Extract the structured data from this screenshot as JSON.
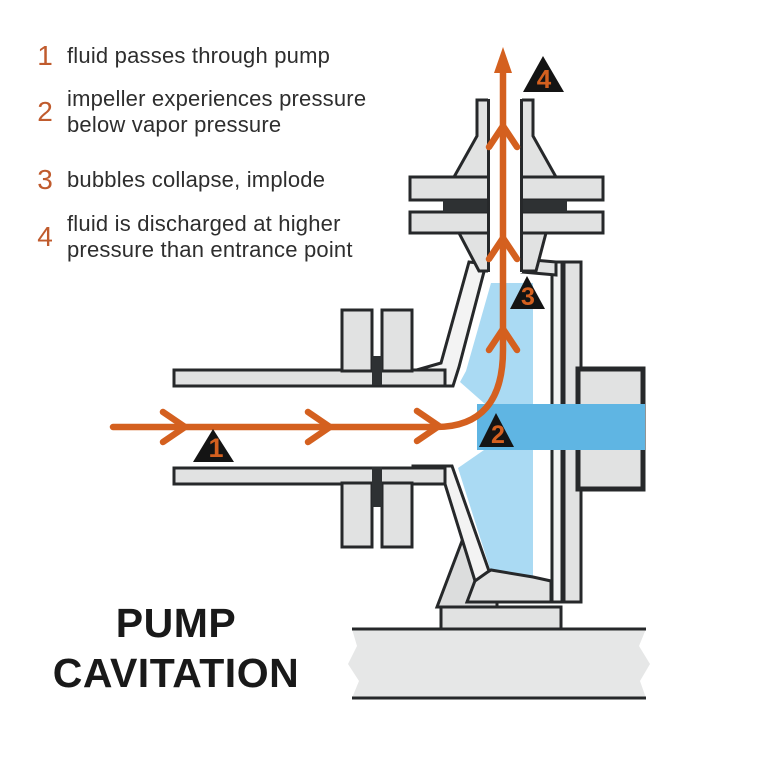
{
  "title": {
    "line1": "PUMP",
    "line2": "CAVITATION"
  },
  "legend": {
    "items": [
      {
        "num": "1",
        "lines": [
          "fluid passes through pump"
        ]
      },
      {
        "num": "2",
        "lines": [
          "impeller experiences pressure",
          "below vapor pressure"
        ]
      },
      {
        "num": "3",
        "lines": [
          "bubbles collapse, implode"
        ]
      },
      {
        "num": "4",
        "lines": [
          "fluid is discharged at higher",
          "pressure than entrance point"
        ]
      }
    ]
  },
  "markers": [
    {
      "num": "1"
    },
    {
      "num": "2"
    },
    {
      "num": "3"
    },
    {
      "num": "4"
    }
  ],
  "colors": {
    "flow_orange": "#d4601f",
    "legend_number_orange": "#c05b2d",
    "fluid_light_blue": "#aadaf3",
    "shaft_blue": "#5fb5e3",
    "metal_gray": "#e1e2e2",
    "outline_dark": "#26282a",
    "marker_black": "#141414",
    "text_dark": "#2e2e2e"
  }
}
